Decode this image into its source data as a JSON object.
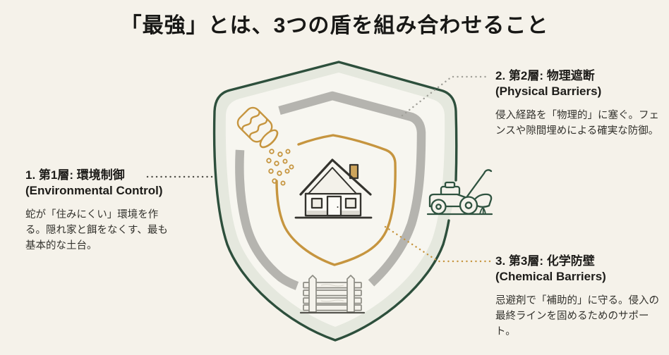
{
  "title": "「最強」とは、3つの盾を組み合わせること",
  "layers": [
    {
      "heading_ja": "1. 第1層: 環境制御",
      "heading_en": "(Environmental Control)",
      "body": "蛇が「住みにくい」環境を作る。隠れ家と餌をなくす、最も基本的な土台。"
    },
    {
      "heading_ja": "2. 第2層: 物理遮断",
      "heading_en": "(Physical Barriers)",
      "body": "侵入経路を「物理的」に塞ぐ。フェンスや隙間埋めによる確実な防御。"
    },
    {
      "heading_ja": "3. 第3層: 化学防壁",
      "heading_en": "(Chemical Barriers)",
      "body": "忌避剤で「補助的」に守る。侵入の最終ラインを固めるためのサポート。"
    }
  ],
  "illustration": {
    "icons": [
      "shield-icon",
      "salt-shaker-icon",
      "house-icon",
      "fence-icon",
      "lawn-mower-icon"
    ]
  },
  "colors": {
    "background": "#f5f2ea",
    "layer1_green": "#2d4f3c",
    "layer2_gray": "#b5b4af",
    "layer3_gold": "#c6953f",
    "text": "#1d1c19"
  }
}
